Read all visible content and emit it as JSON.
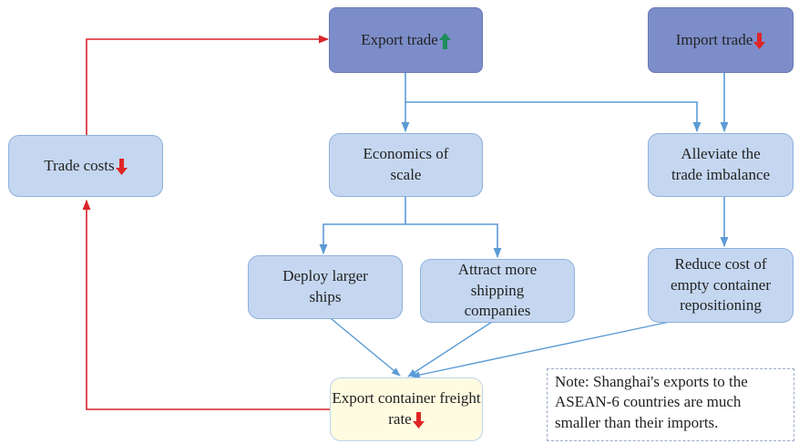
{
  "nodes": {
    "export_trade": {
      "label": "Export trade",
      "trend": "up"
    },
    "import_trade": {
      "label": "Import trade",
      "trend": "down"
    },
    "trade_costs": {
      "label": "Trade costs",
      "trend": "down"
    },
    "economics_of_scale": {
      "label": "Economics of scale"
    },
    "alleviate_imbalance": {
      "label": "Alleviate the trade imbalance"
    },
    "deploy_larger_ships": {
      "label": "Deploy larger ships"
    },
    "attract_shipping": {
      "label": "Attract more shipping companies"
    },
    "reduce_cost": {
      "label": "Reduce cost of empty container repositioning"
    },
    "freight_rate": {
      "label": "Export container freight rate",
      "trend": "down"
    }
  },
  "note": {
    "text": "Note: Shanghai's exports to the ASEAN-6 countries are much smaller than their imports."
  },
  "colors": {
    "arrow_blue": "#5b9bd5",
    "arrow_red": "#d9232b",
    "up_icon": "#1e8c5a",
    "down_icon": "#e02525"
  },
  "icons": {
    "up": "green-up-arrow-icon",
    "down": "red-down-arrow-icon"
  }
}
